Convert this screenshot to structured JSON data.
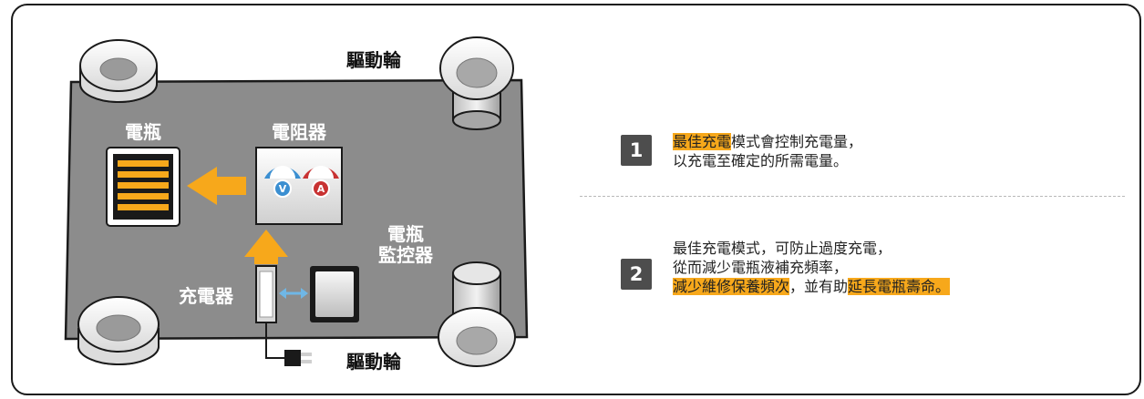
{
  "diagram": {
    "labels": {
      "drive_wheel_top": "驅動輪",
      "drive_wheel_bottom": "驅動輪",
      "battery": "電瓶",
      "resistor": "電阻器",
      "monitor_line1": "電瓶",
      "monitor_line2": "監控器",
      "charger": "充電器"
    },
    "resistor_meters": {
      "left_letter": "V",
      "right_letter": "A"
    }
  },
  "notes": [
    {
      "number": "1",
      "line1_highlight": "最佳充電",
      "line1_rest": "模式會控制充電量，",
      "line2": "以充電至確定的所需電量。"
    },
    {
      "number": "2",
      "line1": "最佳充電模式，可防止過度充電，",
      "line2": "從而減少電瓶液補充頻率，",
      "line3_highlight1": "減少維修保養頻次",
      "line3_mid": "，並有助",
      "line3_highlight2": "延長電瓶壽命。"
    }
  ],
  "colors": {
    "board": "#8c8c8c",
    "arrow": "#f7a81b",
    "highlight": "#f7a81b",
    "badge": "#4d4d4d",
    "meter_blue": "#3b8fd1",
    "meter_red": "#c83232"
  }
}
